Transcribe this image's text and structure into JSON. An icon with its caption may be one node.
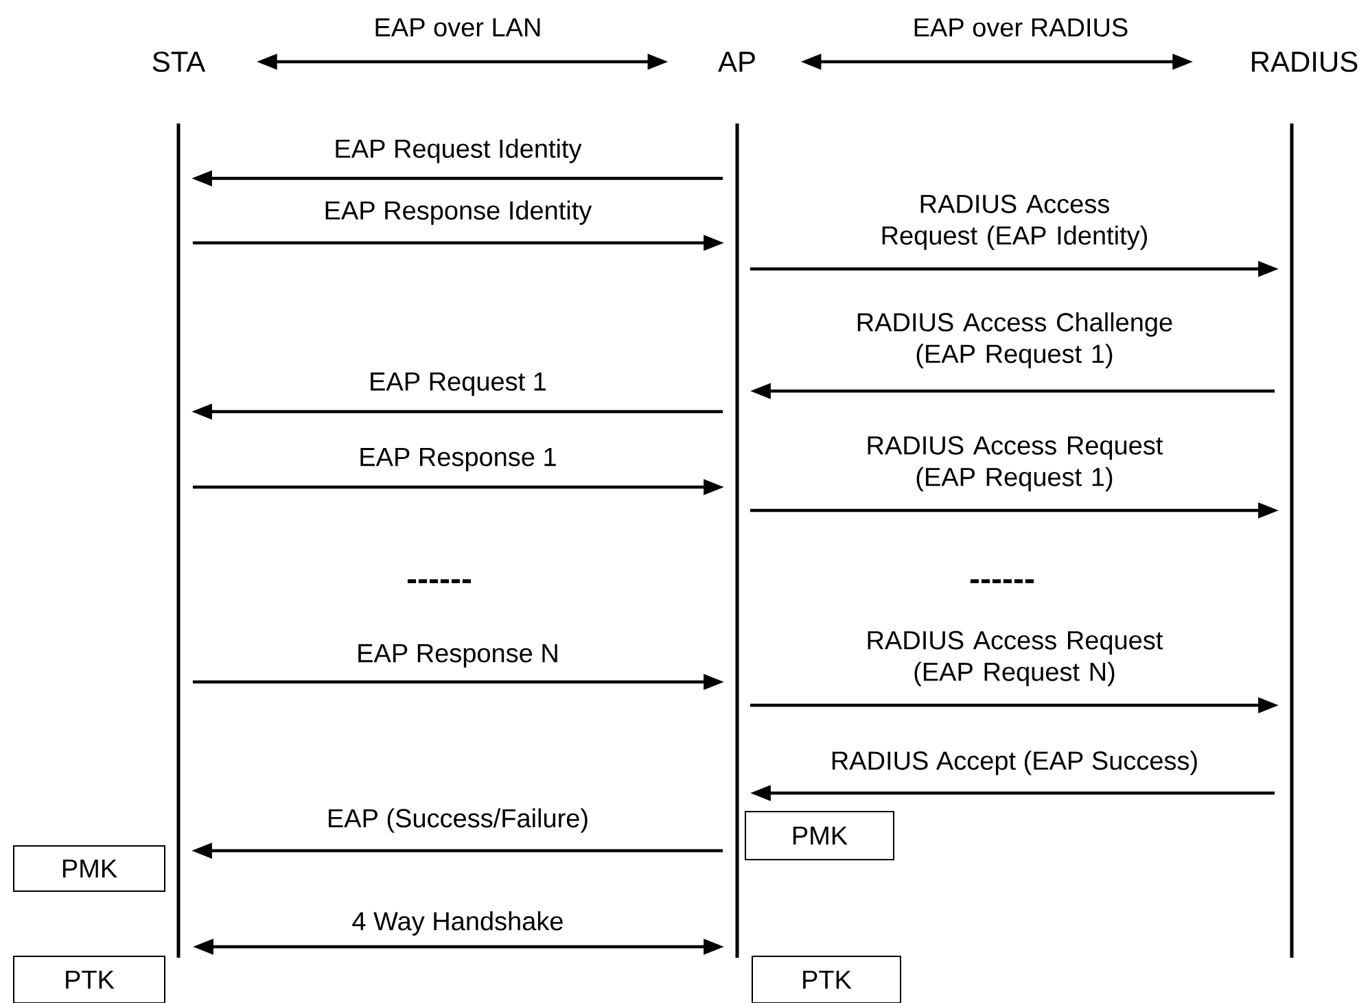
{
  "diagram": {
    "nodes": [
      {
        "text": [
          "STA"
        ]
      },
      {
        "text": [
          "AP"
        ]
      },
      {
        "text": [
          "RADIUS"
        ]
      },
      {
        "text": [],
        "shape": "line"
      },
      {
        "text": [],
        "shape": "line"
      },
      {
        "text": [],
        "shape": "line"
      },
      {
        "text": [
          "PMK"
        ]
      },
      {
        "text": [
          "PMK"
        ]
      },
      {
        "text": [
          "PTK"
        ]
      },
      {
        "text": [
          "PTK"
        ]
      }
    ],
    "edges": [
      {
        "from": 0,
        "to": 1,
        "arrow": "both",
        "label": "EAP over LAN"
      },
      {
        "from": 1,
        "to": 2,
        "arrow": "both",
        "label": "EAP over RADIUS"
      },
      {
        "from": 4,
        "to": 3,
        "arrow": "to",
        "label": "EAP Request Identity"
      },
      {
        "from": 3,
        "to": 4,
        "arrow": "to",
        "label": "EAP Response Identity"
      },
      {
        "from": 4,
        "to": 5,
        "arrow": "to",
        "label": "RADIUS Access Request (EAP Identity)"
      },
      {
        "from": 5,
        "to": 4,
        "arrow": "to",
        "label": "RADIUS Access Challenge (EAP Request 1)"
      },
      {
        "from": 4,
        "to": 3,
        "arrow": "to",
        "label": "EAP Request 1"
      },
      {
        "from": 3,
        "to": 4,
        "arrow": "to",
        "label": "EAP Response 1"
      },
      {
        "from": 4,
        "to": 5,
        "arrow": "to",
        "label": "RADIUS Access Request (EAP Request 1)"
      },
      {
        "from": 3,
        "to": 4,
        "arrow": "to",
        "label": "EAP Response N"
      },
      {
        "from": 4,
        "to": 5,
        "arrow": "to",
        "label": "RADIUS Access Request (EAP Request N)"
      },
      {
        "from": 5,
        "to": 4,
        "arrow": "to",
        "label": "RADIUS Accept (EAP Success)"
      },
      {
        "from": 4,
        "to": 3,
        "arrow": "to",
        "label": "EAP (Success/Failure)"
      },
      {
        "from": 3,
        "to": 4,
        "arrow": "both",
        "label": "4 Way Handshake"
      }
    ],
    "labels": [
      "------",
      "------"
    ]
  }
}
